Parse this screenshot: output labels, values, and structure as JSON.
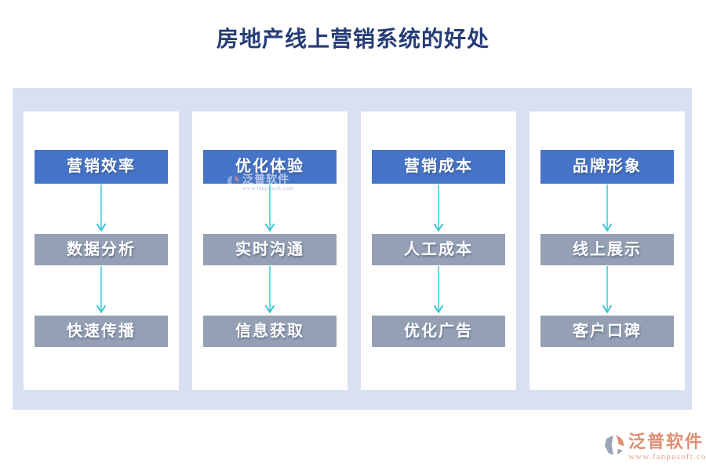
{
  "title": "房地产线上营销系统的好处",
  "columns": [
    {
      "header": "营销效率",
      "items": [
        "数据分析",
        "快速传播"
      ]
    },
    {
      "header": "优化体验",
      "items": [
        "实时沟通",
        "信息获取"
      ]
    },
    {
      "header": "营销成本",
      "items": [
        "人工成本",
        "优化广告"
      ]
    },
    {
      "header": "品牌形象",
      "items": [
        "线上展示",
        "客户口碑"
      ]
    }
  ],
  "watermark": {
    "brand": "泛普软件",
    "url": "www.fanpusoft.com"
  },
  "logo": {
    "brand": "泛普软件",
    "url": "www.fanpusoft.com"
  },
  "colors": {
    "title_text": "#253c77",
    "frame_bg": "#d9e0f2",
    "card_bg": "#ffffff",
    "header_box": "#4674c8",
    "item_box": "#95a0b5",
    "box_text": "#ffffff",
    "arrow_line": "#6ed5de",
    "arrow_head": "#3bc4d2",
    "logo_text": "#e18d72",
    "logo_url": "#e9a28c",
    "logo_gray": "#9ba4b6"
  }
}
